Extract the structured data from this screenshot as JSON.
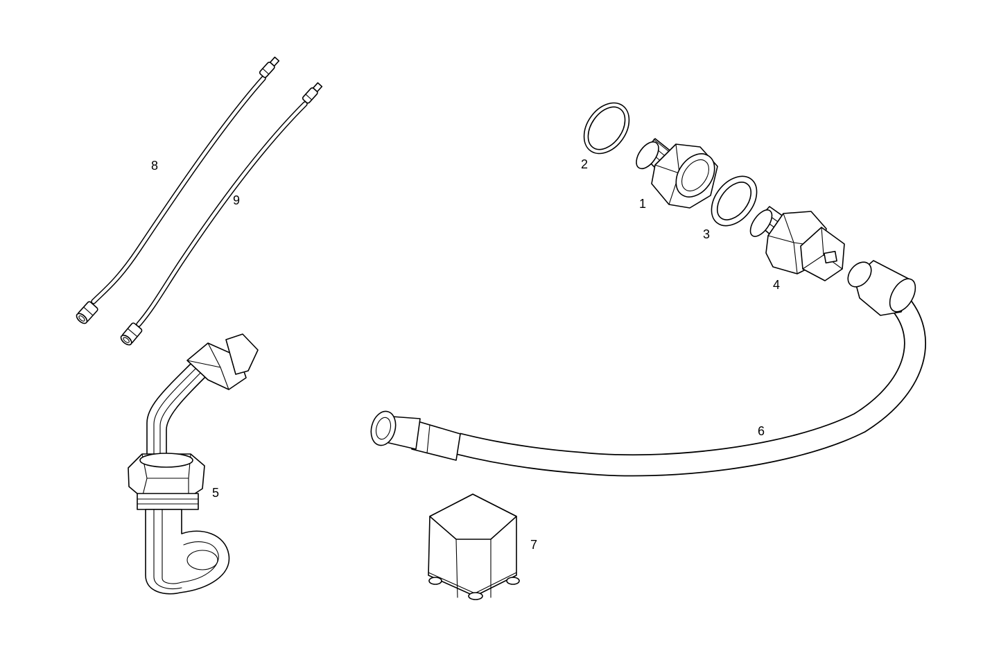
{
  "callouts": {
    "part_1": "1",
    "part_2": "2",
    "part_3": "3",
    "part_4": "4",
    "part_5": "5",
    "part_6": "6",
    "part_7": "7",
    "part_8": "8",
    "part_9": "9"
  },
  "colors": {
    "line": "#000000",
    "background": "#ffffff"
  }
}
